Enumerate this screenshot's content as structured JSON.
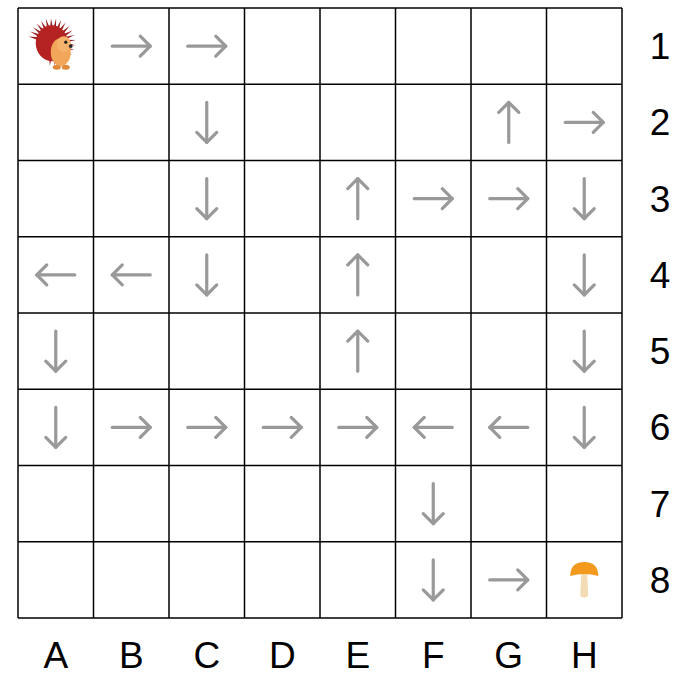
{
  "diagram": {
    "labels": [
      "1",
      "2",
      "3",
      "4",
      "5",
      "6",
      "7",
      "8",
      "A",
      "B",
      "C",
      "D",
      "E",
      "F",
      "G",
      "H"
    ]
  }
}
